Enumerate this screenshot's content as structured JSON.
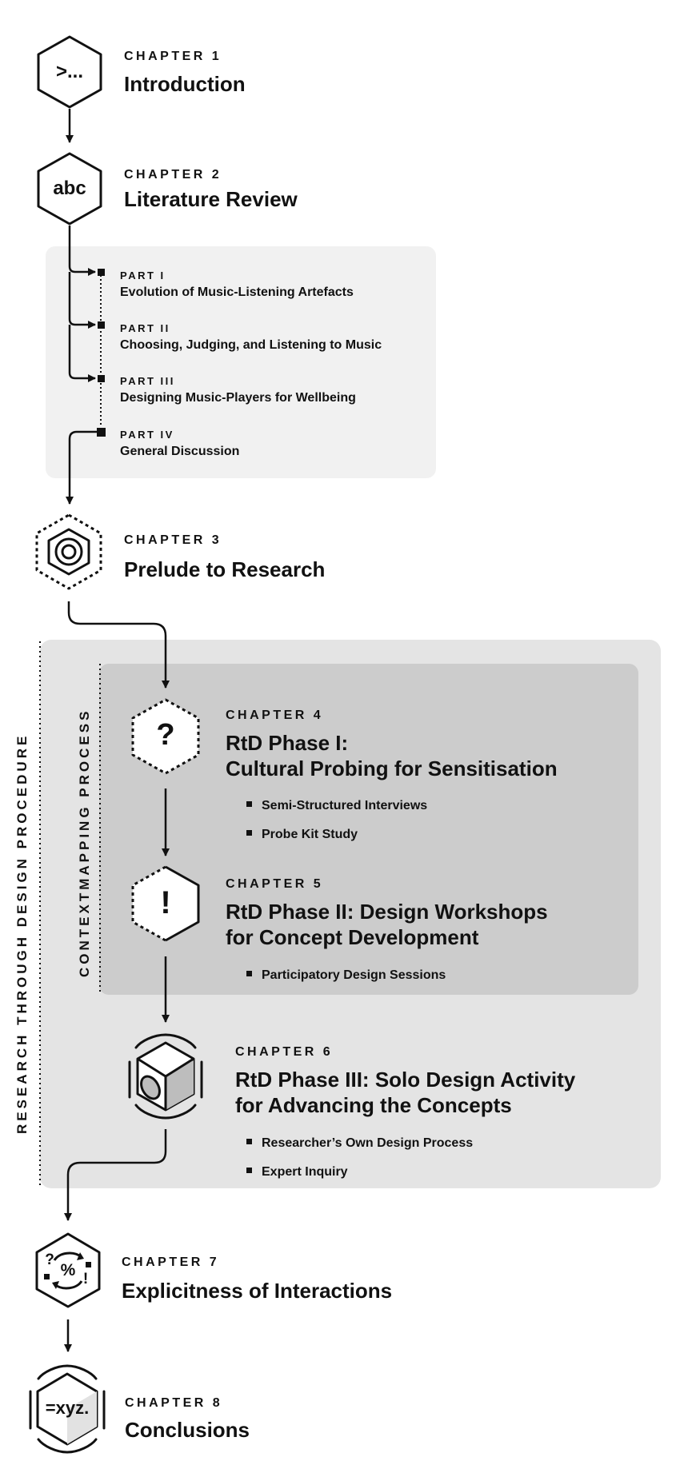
{
  "chapters": [
    {
      "kicker": "CHAPTER 1",
      "title": "Introduction",
      "icon": "prompt-icon",
      "glyph": ">..."
    },
    {
      "kicker": "CHAPTER 2",
      "title": "Literature Review",
      "icon": "abc-icon",
      "glyph": "abc"
    },
    {
      "kicker": "CHAPTER 3",
      "title": "Prelude to Research",
      "icon": "target-icon"
    },
    {
      "kicker": "CHAPTER 4",
      "title_line1": "RtD Phase I:",
      "title_line2": "Cultural Probing for Sensitisation",
      "icon": "question-icon",
      "glyph": "?",
      "bullets": [
        "Semi-Structured Interviews",
        "Probe Kit Study"
      ]
    },
    {
      "kicker": "CHAPTER 5",
      "title_line1": "RtD Phase II: Design Workshops",
      "title_line2": "for Concept Development",
      "icon": "exclamation-icon",
      "glyph": "!",
      "bullets": [
        "Participatory Design Sessions"
      ]
    },
    {
      "kicker": "CHAPTER 6",
      "title_line1": "RtD Phase III: Solo Design Activity",
      "title_line2": "for Advancing the Concepts",
      "icon": "cube-icon",
      "bullets": [
        "Researcher’s Own Design Process",
        "Expert Inquiry"
      ]
    },
    {
      "kicker": "CHAPTER 7",
      "title": "Explicitness of Interactions",
      "icon": "cycle-icon",
      "glyph_q": "?",
      "glyph_p": "%",
      "glyph_e": "!"
    },
    {
      "kicker": "CHAPTER 8",
      "title": "Conclusions",
      "icon": "xyz-icon",
      "glyph": "=xyz."
    }
  ],
  "literature_parts": [
    {
      "kicker": "PART I",
      "title": "Evolution of Music-Listening Artefacts"
    },
    {
      "kicker": "PART II",
      "title": "Choosing, Judging, and Listening to Music"
    },
    {
      "kicker": "PART III",
      "title": "Designing Music-Players for Wellbeing"
    },
    {
      "kicker": "PART IV",
      "title": "General Discussion"
    }
  ],
  "groups": {
    "outer_label": "RESEARCH THROUGH DESIGN PROCEDURE",
    "inner_label": "CONTEXTMAPPING PROCESS"
  },
  "colors": {
    "ink": "#111111",
    "literature_panel": "#f1f1f1",
    "rtd_panel": "#e4e4e4",
    "contextmapping_panel": "#cccccc"
  }
}
